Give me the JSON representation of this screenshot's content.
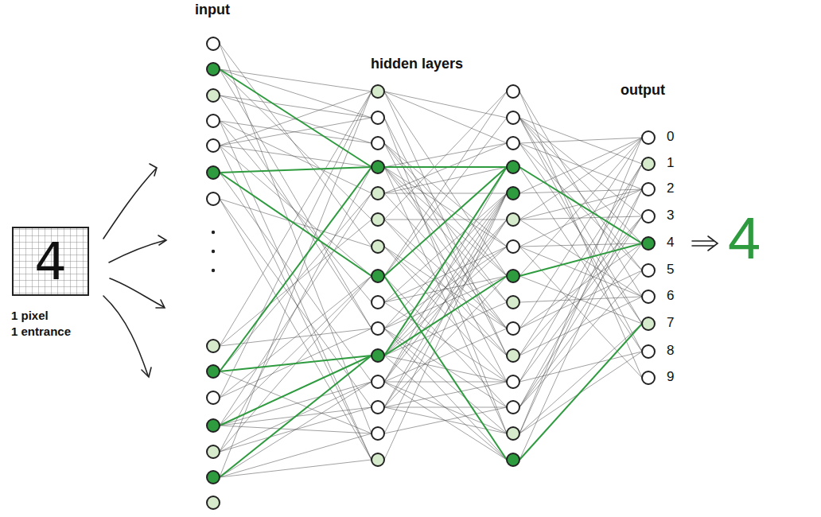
{
  "diagram": {
    "nodes": [
      {
        "text": [
          "4"
        ]
      }
    ],
    "labels": [
      "input",
      "hidden layers",
      "output",
      "0",
      "1",
      "2",
      "3",
      "4",
      "5",
      "6",
      "7",
      "8",
      "9",
      "4",
      "1 pixel",
      "1 entrance"
    ]
  }
}
